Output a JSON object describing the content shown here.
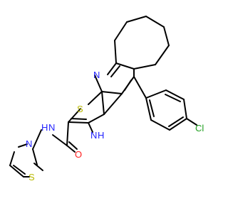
{
  "colors": {
    "carbon": "#000000",
    "nitrogen": "#2323ff",
    "sulfur": "#b9b900",
    "chlorine": "#1fa01f",
    "background": "#ffffff"
  },
  "atoms": {
    "n_pyridine": "N",
    "s_thiophene": "S",
    "amine_n": "N",
    "amine_h": "H",
    "amide_h": "H",
    "amide_n": "N",
    "carbonyl_o": "O",
    "thiazole_n": "N",
    "thiazole_s": "S",
    "chlorine": "Cl"
  }
}
